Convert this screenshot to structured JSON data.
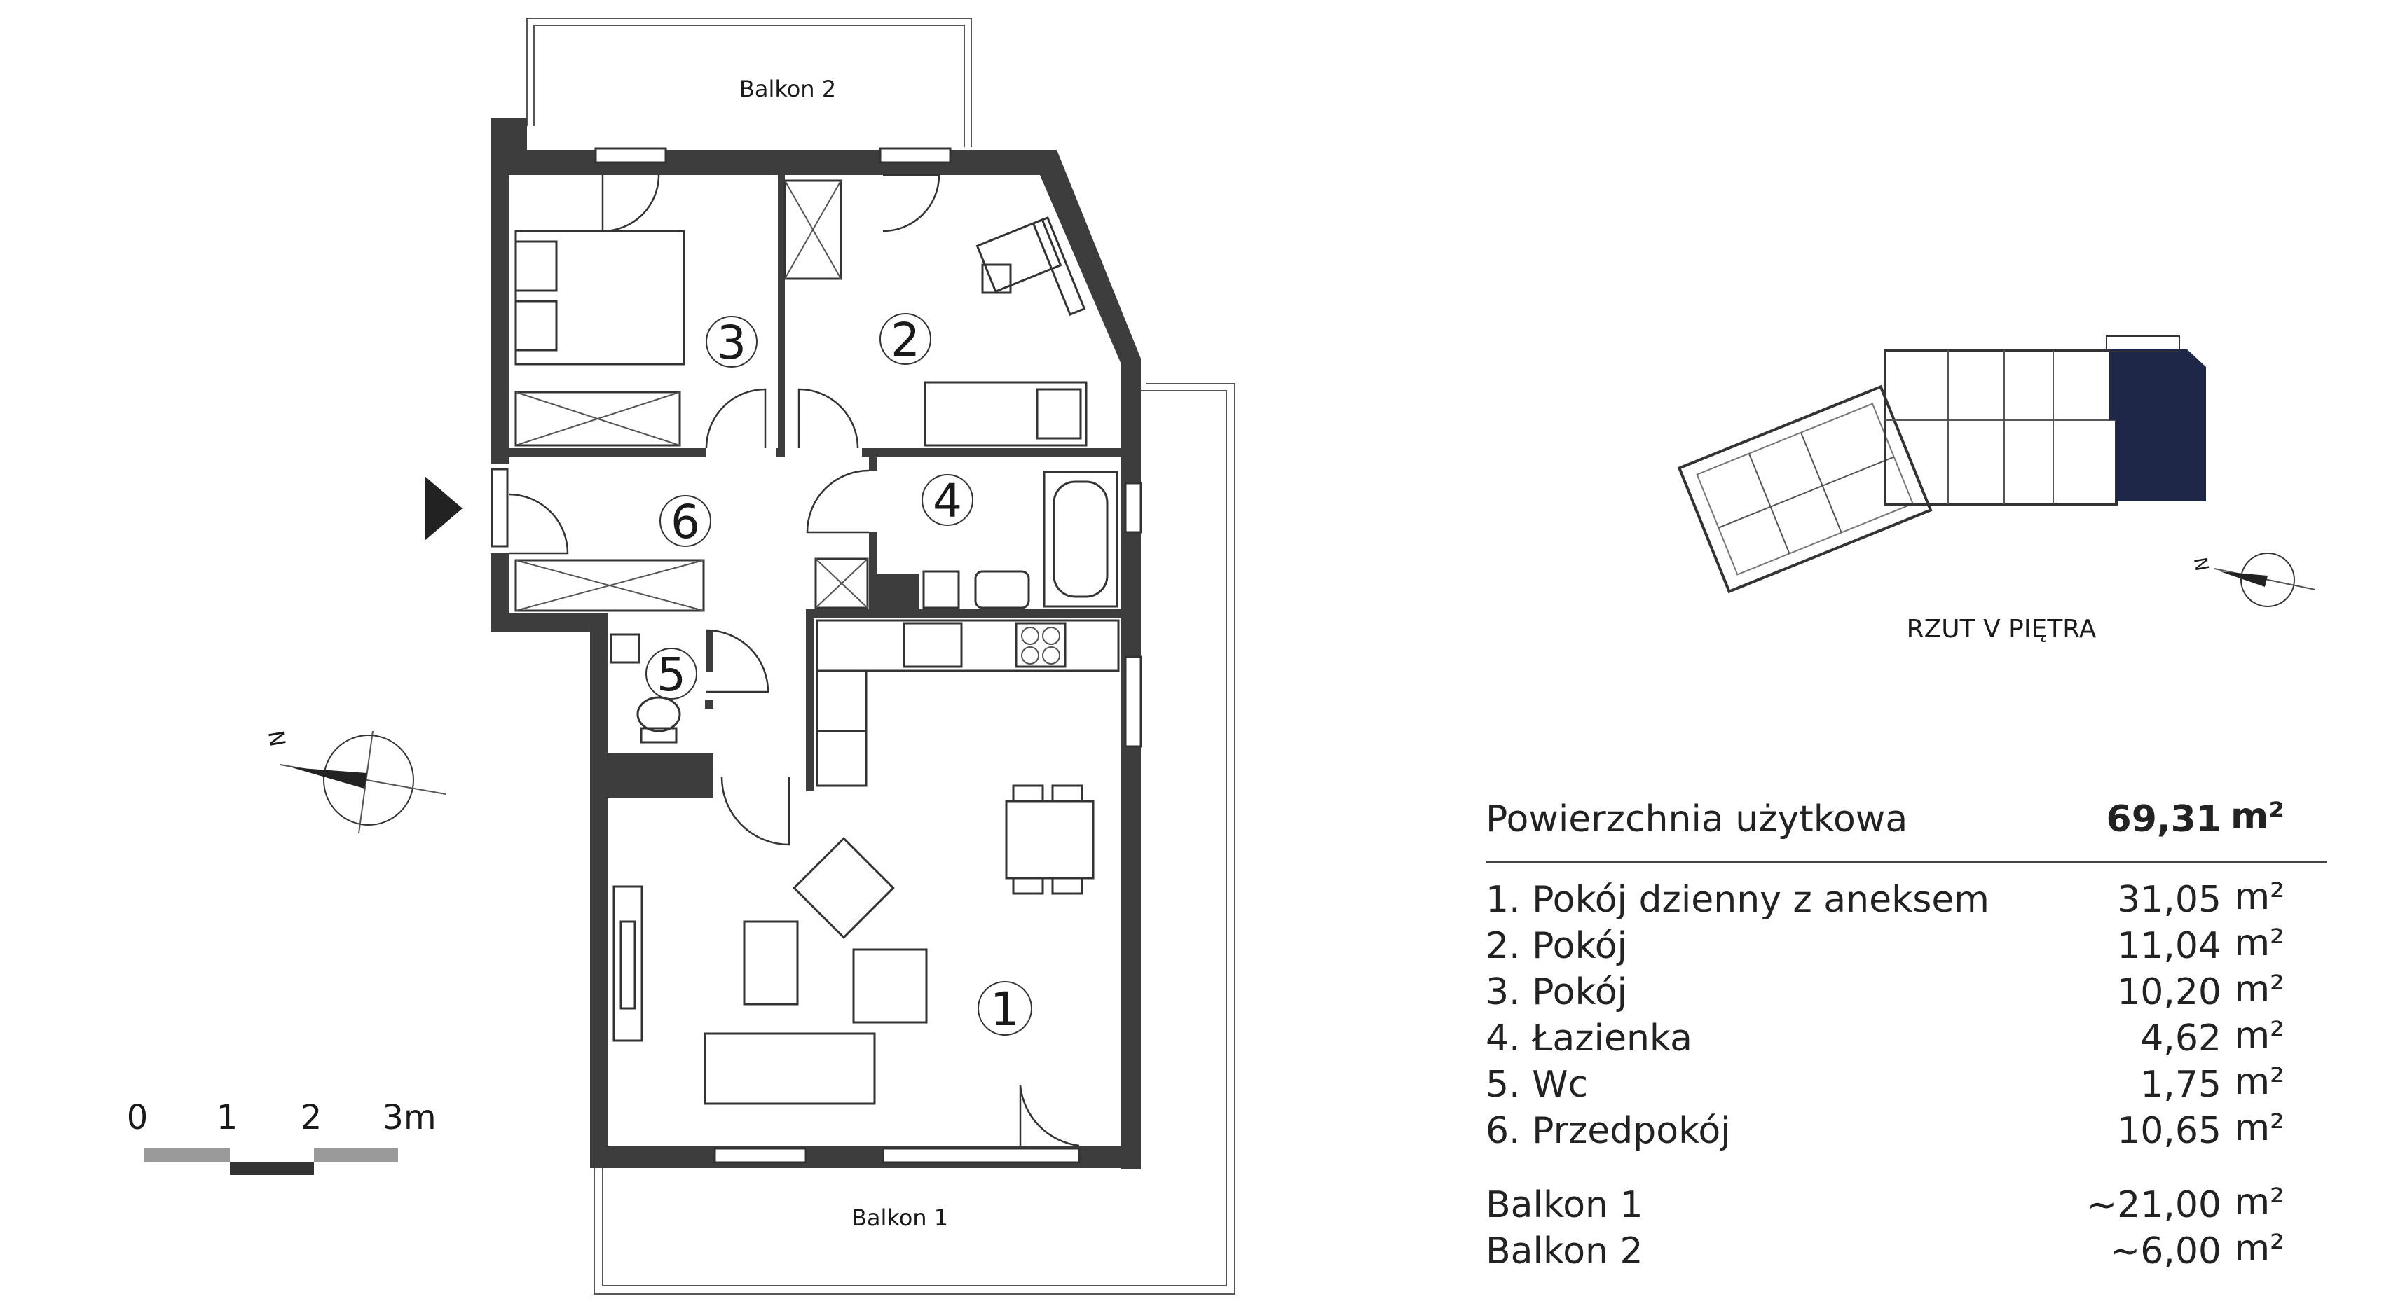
{
  "balconies": {
    "balkon1": "Balkon 1",
    "balkon2": "Balkon 2"
  },
  "rooms": [
    {
      "num": "1",
      "name": "Pokój dzienny z aneksem",
      "area": "31,05",
      "unit": "m²"
    },
    {
      "num": "2",
      "name": "Pokój",
      "area": "11,04",
      "unit": "m²"
    },
    {
      "num": "3",
      "name": "Pokój",
      "area": "10,20",
      "unit": "m²"
    },
    {
      "num": "4",
      "name": "Łazienka",
      "area": "4,62",
      "unit": "m²"
    },
    {
      "num": "5",
      "name": "Wc",
      "area": "1,75",
      "unit": "m²"
    },
    {
      "num": "6",
      "name": "Przedpokój",
      "area": "10,65",
      "unit": "m²"
    }
  ],
  "room_labels": [
    "1. Pokój dzienny z aneksem",
    "2. Pokój",
    "3. Pokój",
    "4. Łazienka",
    "5. Wc",
    "6. Przedpokój"
  ],
  "summary": {
    "total_label": "Powierzchnia użytkowa",
    "total_value": "69,31",
    "total_unit": "m²",
    "balcony_rows": [
      {
        "name": "Balkon 1",
        "area": "~21,00",
        "unit": "m²"
      },
      {
        "name": "Balkon 2",
        "area": "~6,00",
        "unit": "m²"
      }
    ]
  },
  "key_plan": {
    "title": "RZUT V PIĘTRA",
    "highlight_color": "#1e2748"
  },
  "scale_bar": {
    "ticks": [
      "0",
      "1",
      "2",
      "3m"
    ]
  },
  "compass": {
    "north_label": "N"
  },
  "colors": {
    "walls": "#3d3d3d",
    "highlight": "#1e2748"
  }
}
